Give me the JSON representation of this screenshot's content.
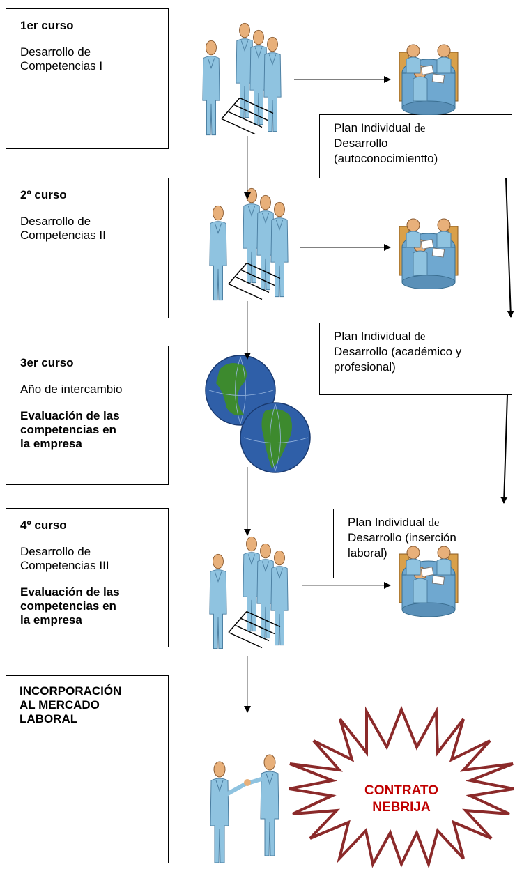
{
  "years": [
    {
      "year": "1er curso",
      "desc": "Desarrollo de\nCompetencias I",
      "eval": ""
    },
    {
      "year": "2º curso",
      "desc": "Desarrollo de\nCompetencias II",
      "eval": ""
    },
    {
      "year": "3er curso",
      "desc": "Año de intercambio",
      "eval": "Evaluación de las\ncompetencias en\nla empresa"
    },
    {
      "year": "4º curso",
      "desc": "Desarrollo de\nCompetencias III",
      "eval": "Evaluación de las\ncompetencias en\nla empresa"
    }
  ],
  "plans": [
    {
      "line1a": "Plan Individual ",
      "line1b": "de",
      "rest": "Desarrollo\n(autoconocimientto)"
    },
    {
      "line1a": "Plan Individual ",
      "line1b": "de",
      "rest": "Desarrollo (académico y\nprofesional)"
    },
    {
      "line1a": "Plan Individual ",
      "line1b": "de",
      "rest": "Desarrollo (inserción\nlaboral)"
    }
  ],
  "incorporacion": "INCORPORACIÓN\nAL MERCADO\nLABORAL",
  "contrato": {
    "line1": "CONTRATO",
    "line2": "NEBRIJA",
    "color": "#c00000",
    "burst_color": "#8b2a2a"
  },
  "colors": {
    "person": "#8fc3e0",
    "person_dark": "#5a8db0",
    "skin": "#e8b07a",
    "globe_ocean": "#2f5fa8",
    "globe_land": "#3d8a2e",
    "table": "#6fa8d0",
    "chair": "#d9a04a"
  }
}
